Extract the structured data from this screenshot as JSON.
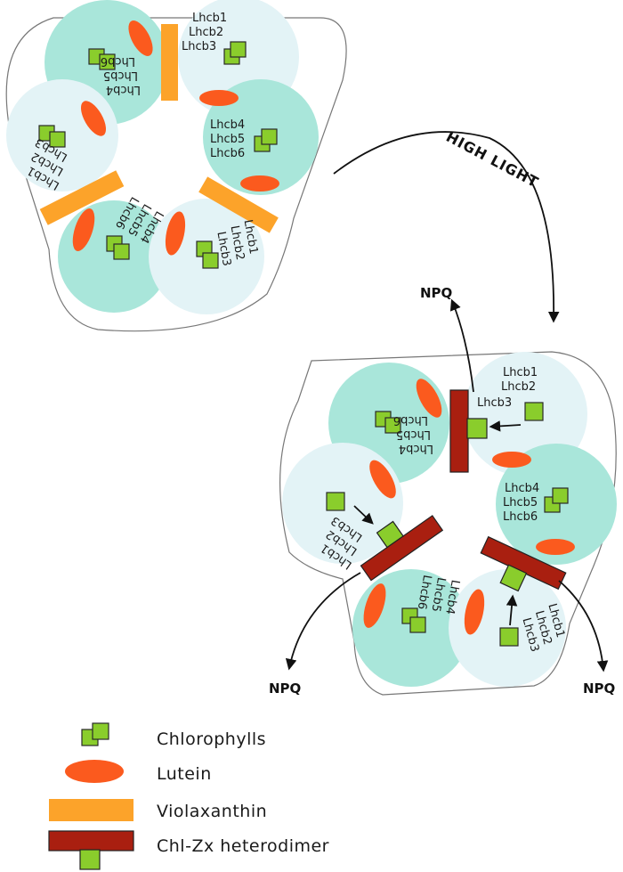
{
  "labels": {
    "group_a": [
      "Lhcb1",
      "Lhcb2",
      "Lhcb3"
    ],
    "group_b": [
      "Lhcb4",
      "Lhcb5",
      "Lhcb6"
    ],
    "high_light": "HIGH LIGHT",
    "npq": "NPQ"
  },
  "legend": {
    "chlorophylls": "Chlorophylls",
    "lutein": "Lutein",
    "violaxanthin": "Violaxanthin",
    "heterodimer": "Chl-Zx heterodimer"
  },
  "colors": {
    "light_disc": "#e3f3f6",
    "teal_disc": "#a9e6da",
    "lutein": "#fb5a1e",
    "violaxanthin": "#fca32a",
    "heterodimer": "#a91f10",
    "chlorophyll": "#8acd2c",
    "outline": "#777777"
  }
}
